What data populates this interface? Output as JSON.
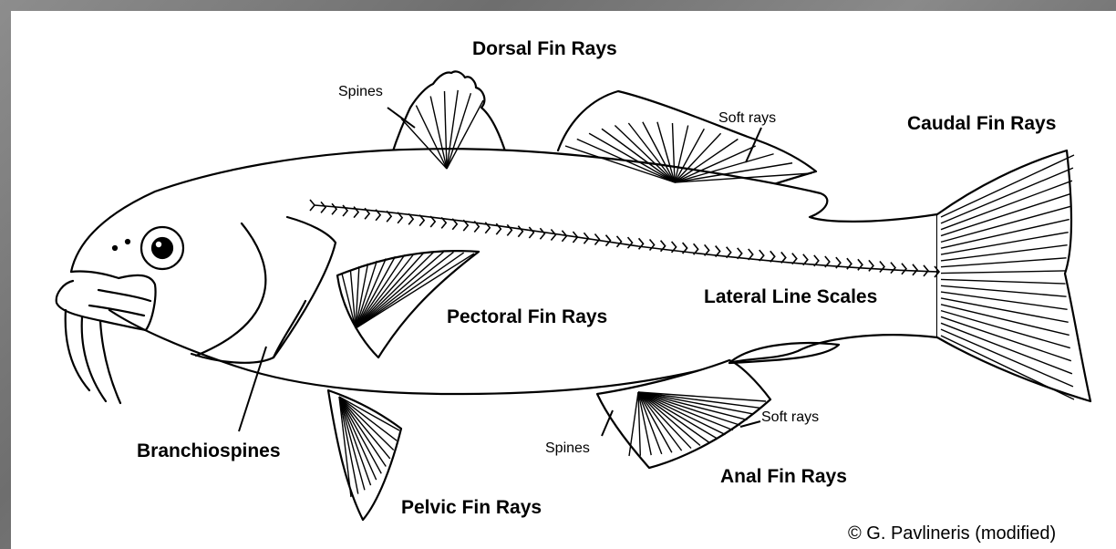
{
  "labels": {
    "dorsal": "Dorsal Fin Rays",
    "spines_top": "Spines",
    "soft_rays_top": "Soft rays",
    "caudal": "Caudal Fin Rays",
    "pectoral": "Pectoral Fin Rays",
    "lateral": "Lateral Line Scales",
    "branchio": "Branchiospines",
    "spines_bottom": "Spines",
    "soft_rays_bottom": "Soft rays",
    "anal": "Anal Fin Rays",
    "pelvic": "Pelvic Fin Rays"
  },
  "credit": "© G. Pavlineris (modified)"
}
